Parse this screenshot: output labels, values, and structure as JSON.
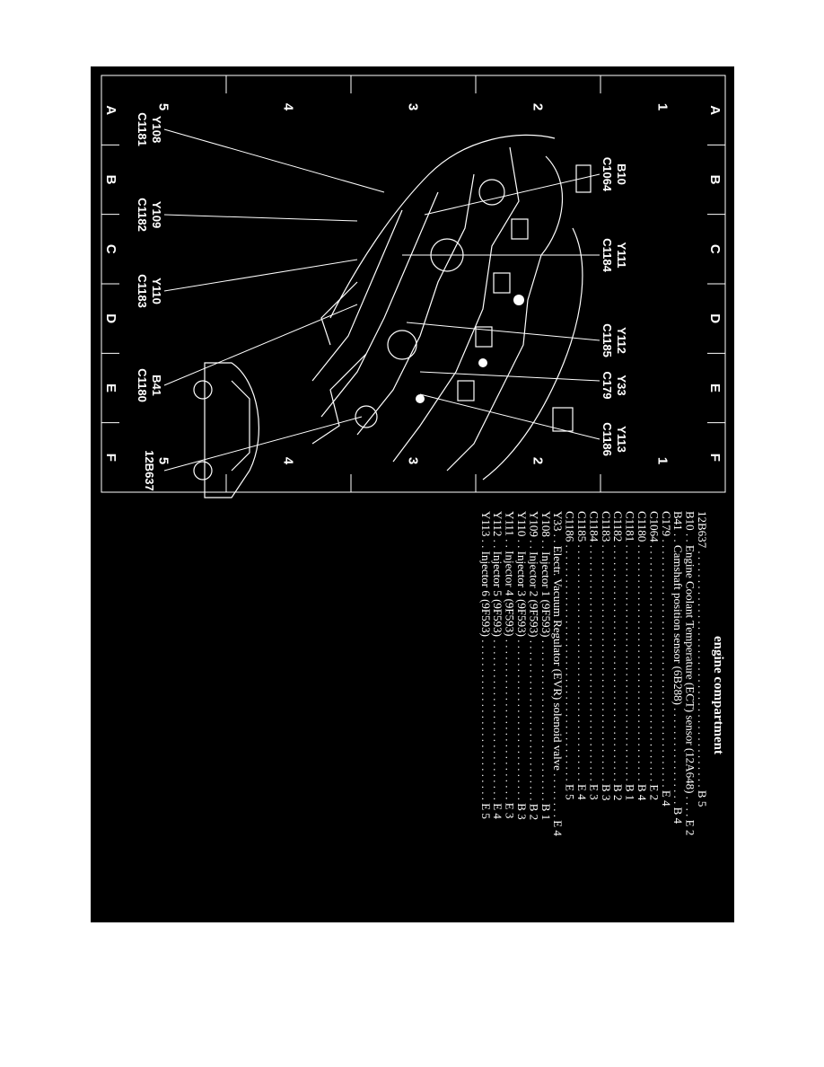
{
  "sheet": {
    "column_numbers": [
      "1",
      "2",
      "3",
      "4",
      "5"
    ],
    "row_letters": [
      "A",
      "B",
      "C",
      "D",
      "E",
      "F"
    ]
  },
  "callouts": [
    {
      "id": "y108",
      "text": "Y108"
    },
    {
      "id": "c1181",
      "text": "C1181"
    },
    {
      "id": "y109",
      "text": "Y109"
    },
    {
      "id": "c1182",
      "text": "C1182"
    },
    {
      "id": "y110",
      "text": "Y110"
    },
    {
      "id": "c1183",
      "text": "C1183"
    },
    {
      "id": "b41",
      "text": "B41"
    },
    {
      "id": "c1180",
      "text": "C1180"
    },
    {
      "id": "12b637",
      "text": "12B637"
    },
    {
      "id": "b10",
      "text": "B10"
    },
    {
      "id": "c1064",
      "text": "C1064"
    },
    {
      "id": "y111",
      "text": "Y111"
    },
    {
      "id": "c1184",
      "text": "C1184"
    },
    {
      "id": "y112",
      "text": "Y112"
    },
    {
      "id": "c1185",
      "text": "C1185"
    },
    {
      "id": "y33",
      "text": "Y33"
    },
    {
      "id": "c179",
      "text": "C179"
    },
    {
      "id": "y113",
      "text": "Y113"
    },
    {
      "id": "c1186",
      "text": "C1186"
    }
  ],
  "legend": {
    "title": "engine compartment",
    "rows": [
      "12B637 . . . . . . . . . . . . . . . . . . . . . . . . . . . . . . . . . . . . . . . . . B 5",
      "B10 . . Engine Coolant Temperature (ECT) sensor (12A648) . . . . E 2",
      "B41 . . Camshaft position sensor (6B288) . . . . . . . . . . . . . . . . . B 4",
      "C179 . . . . . . . . . . . . . . . . . . . . . . . . . . . . . . . . . . . . . . . . . . . E 4",
      "C1064 . . . . . . . . . . . . . . . . . . . . . . . . . . . . . . . . . . . . . . . . . E 2",
      "C1180 . . . . . . . . . . . . . . . . . . . . . . . . . . . . . . . . . . . . . . . . . B 4",
      "C1181 . . . . . . . . . . . . . . . . . . . . . . . . . . . . . . . . . . . . . . . . . B 1",
      "C1182 . . . . . . . . . . . . . . . . . . . . . . . . . . . . . . . . . . . . . . . . . B 2",
      "C1183 . . . . . . . . . . . . . . . . . . . . . . . . . . . . . . . . . . . . . . . . . B 3",
      "C1184 . . . . . . . . . . . . . . . . . . . . . . . . . . . . . . . . . . . . . . . . . E 3",
      "C1185 . . . . . . . . . . . . . . . . . . . . . . . . . . . . . . . . . . . . . . . . . E 4",
      "C1186 . . . . . . . . . . . . . . . . . . . . . . . . . . . . . . . . . . . . . . . . . E 5",
      "Y33 . . Electr. Vacuum Regulator (EVR) solenoid valve . . . . . . . . E 4",
      "Y108 . . Injector 1 (9F593) . . . . . . . . . . . . . . . . . . . . . . . . . . . . B 1",
      "Y109 . . Injector 2 (9F593) . . . . . . . . . . . . . . . . . . . . . . . . . . . . B 2",
      "Y110 . . Injector 3 (9F593) . . . . . . . . . . . . . . . . . . . . . . . . . . . . B 3",
      "Y111 . . Injector 4 (9F593) . . . . . . . . . . . . . . . . . . . . . . . . . . . . E 3",
      "Y112 . . Injector 5 (9F593) . . . . . . . . . . . . . . . . . . . . . . . . . . . . E 4",
      "Y113 . . Injector 6 (9F593) . . . . . . . . . . . . . . . . . . . . . . . . . . . . E 5"
    ]
  }
}
